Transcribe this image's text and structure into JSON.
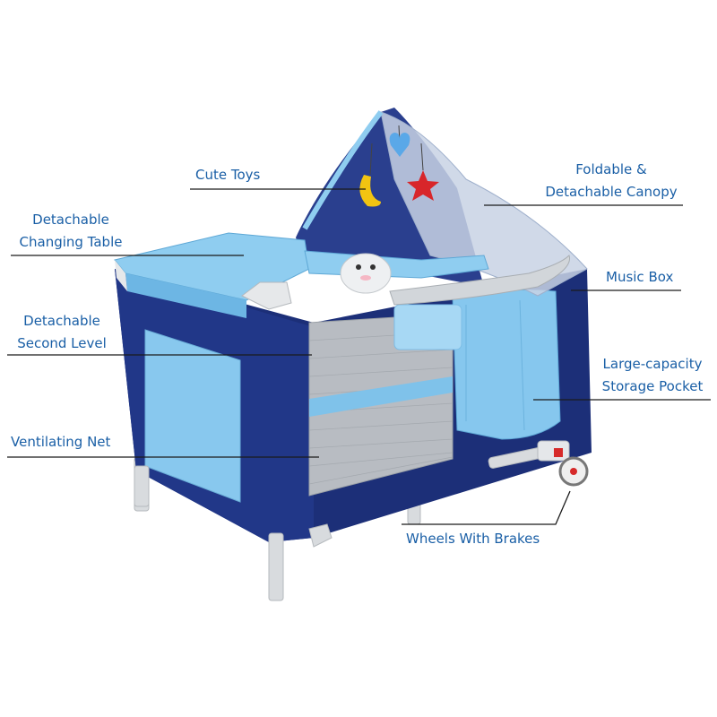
{
  "colors": {
    "label_text": "#1a5fa6",
    "leader_line": "#1b1b1b",
    "frame_navy": "#1c2f78",
    "fabric_light_blue": "#8fcdf0",
    "mesh_grey": "#b8bcc2",
    "metal_silver": "#d2d6da"
  },
  "labels": {
    "cute_toys": "Cute Toys",
    "changing_table": [
      "Detachable",
      "Changing Table"
    ],
    "canopy": [
      "Foldable &",
      "Detachable Canopy"
    ],
    "second_level": [
      "Detachable",
      "Second Level"
    ],
    "music_box": "Music Box",
    "storage_pocket": [
      "Large-capacity",
      "Storage Pocket"
    ],
    "ventilating_net": "Ventilating Net",
    "wheels": "Wheels With Brakes"
  }
}
